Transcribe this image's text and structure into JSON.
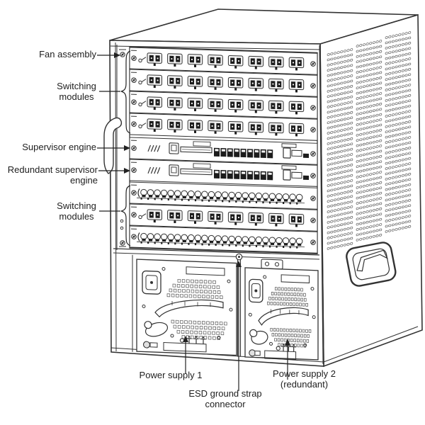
{
  "colors": {
    "line": "#333333",
    "line_light": "#555555",
    "text": "#1e1e1e",
    "fill": "#ffffff",
    "screw_fill": "#e0e0e0",
    "port_dark": "#1c1c1c",
    "port_face": "#f2f2f2"
  },
  "labels": {
    "fan_assembly": "Fan assembly",
    "switching_modules_top": "Switching\nmodules",
    "supervisor_engine": "Supervisor engine",
    "redundant_supervisor": "Redundant supervisor\nengine",
    "switching_modules_bottom": "Switching\nmodules",
    "power_supply_1": "Power supply 1",
    "esd_ground_strap": "ESD ground strap\nconnector",
    "power_supply_2": "Power supply 2\n(redundant)"
  },
  "chassis": {
    "slots": [
      "switching-sc8",
      "switching-sc8",
      "switching-sc8",
      "switching-sc8",
      "supervisor",
      "supervisor",
      "switching-tp24",
      "switching-sc8",
      "switching-tp24"
    ],
    "power_supplies": 2
  }
}
